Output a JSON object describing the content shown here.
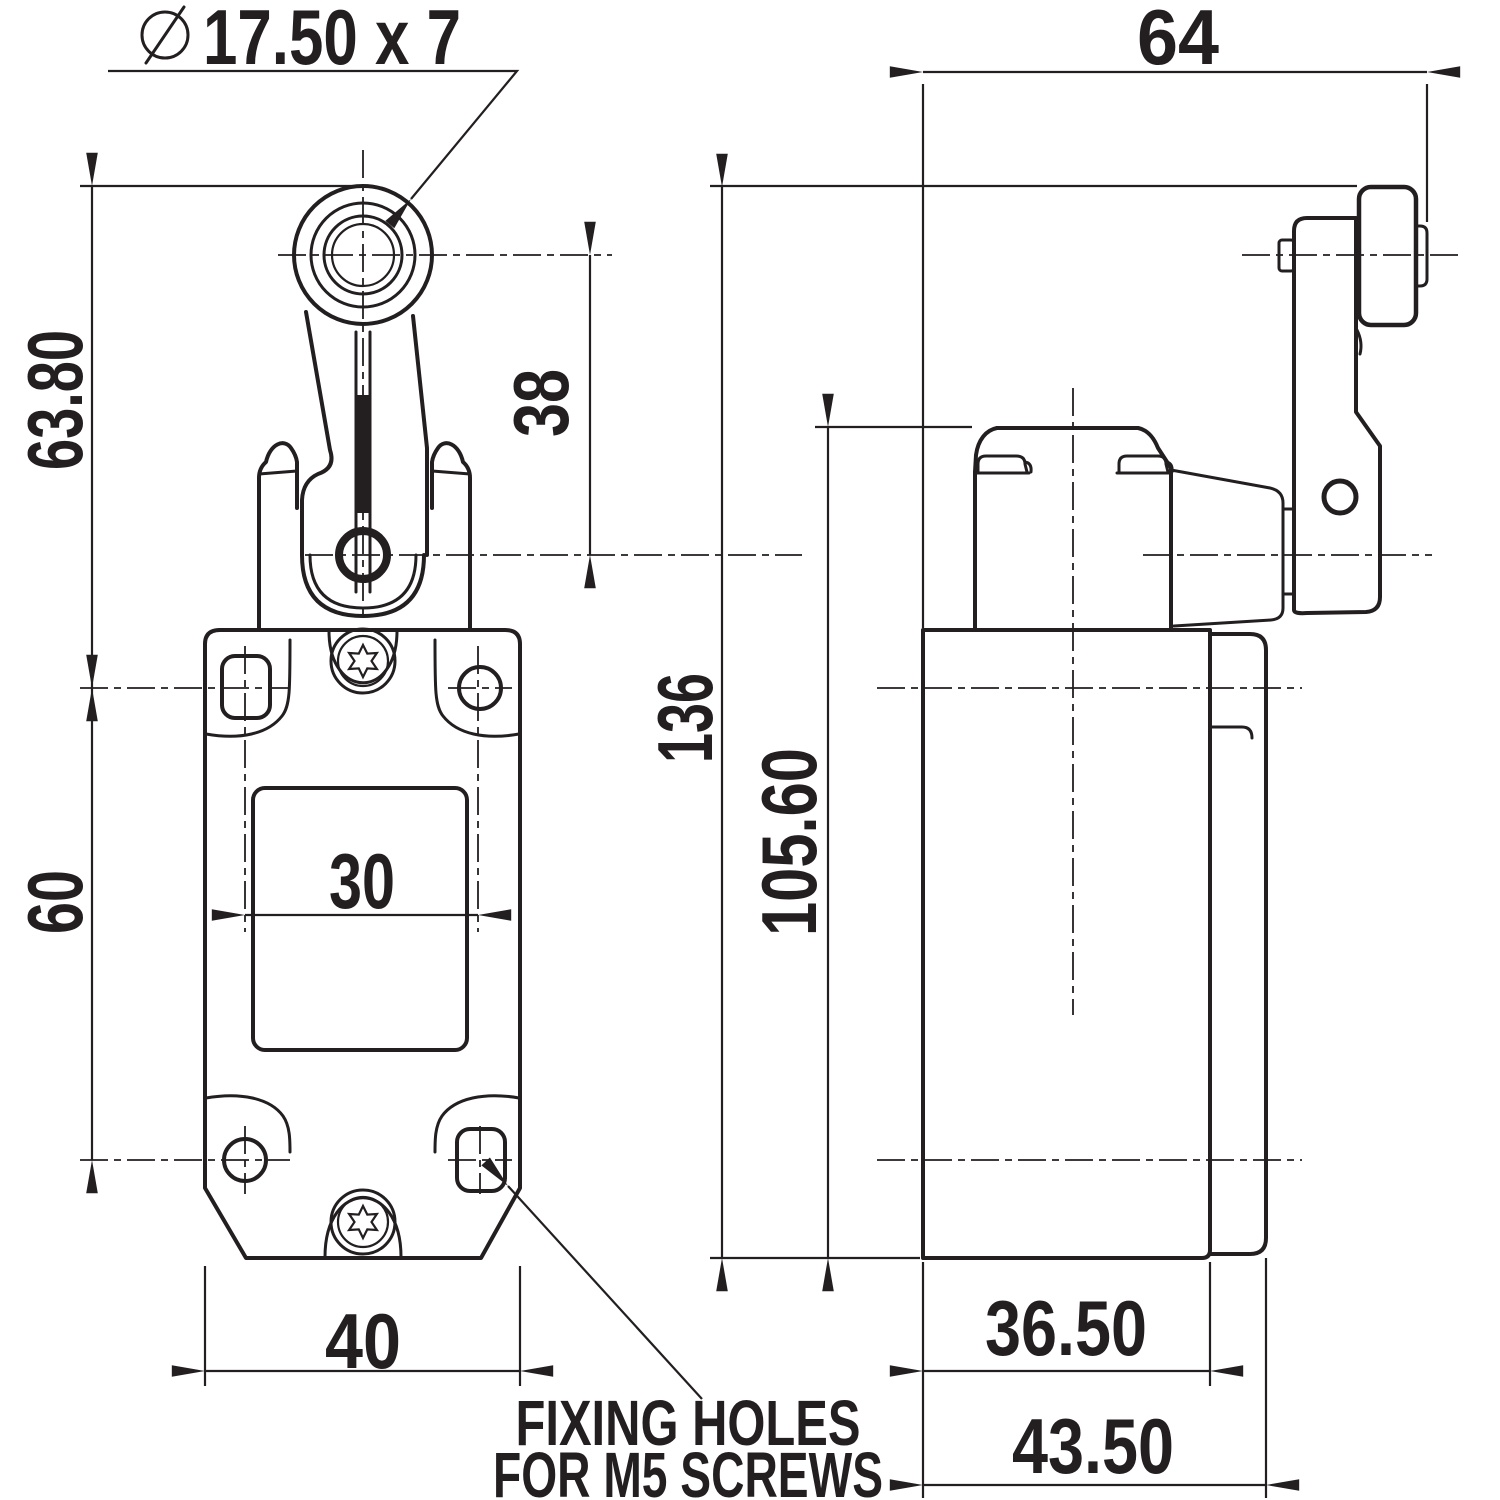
{
  "drawing": {
    "type": "technical dimension drawing, limit switch with roller lever, front and side views",
    "colors": {
      "line": "#231f20",
      "background": "#ffffff"
    },
    "symbols": {
      "diameter": "⌀"
    },
    "dimensions": {
      "roller_size": "17.50 x 7",
      "lever_length": "63.80",
      "roller_center_to_pivot": "38",
      "hole_spacing_vertical": "60",
      "cover_hole_spacing": "30",
      "body_width": "40",
      "overall_width_side": "64",
      "overall_height": "136",
      "head_and_body_height": "105.60",
      "body_depth": "36.50",
      "overall_depth": "43.50"
    },
    "note": {
      "line1": "FIXING HOLES",
      "line2": "FOR M5 SCREWS"
    }
  }
}
